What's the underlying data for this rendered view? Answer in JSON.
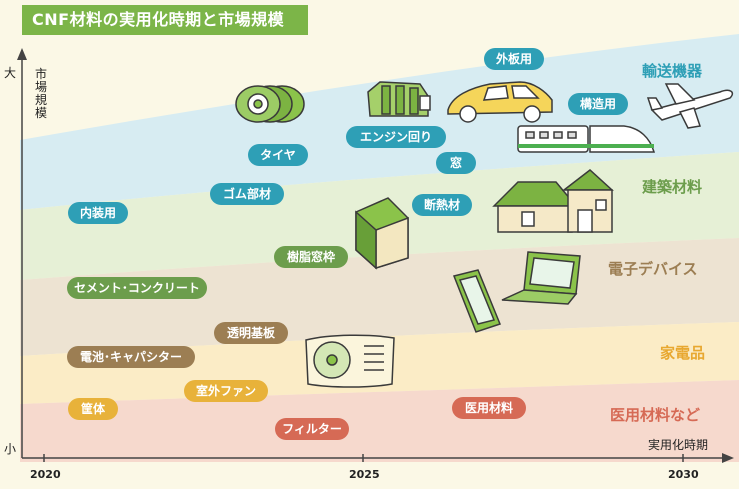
{
  "title": "CNF材料の実用化時期と市場規模",
  "axes": {
    "y_label": "市場規模",
    "y_high": "大",
    "y_low": "小",
    "x_label": "実用化時期",
    "x_ticks": [
      "2020",
      "2025",
      "2030"
    ]
  },
  "categories": [
    {
      "label": "輸送機器",
      "color": "#2e9fb6"
    },
    {
      "label": "建築材料",
      "color": "#6c9d4c"
    },
    {
      "label": "電子デバイス",
      "color": "#9c7e53"
    },
    {
      "label": "家電品",
      "color": "#e8a830"
    },
    {
      "label": "医用材料など",
      "color": "#d66a55"
    }
  ],
  "items": {
    "gaibanyo": "外板用",
    "kozoyo": "構造用",
    "engine": "エンジン回り",
    "tire": "タイヤ",
    "mado": "窓",
    "gomu": "ゴム部材",
    "naisoyo": "内装用",
    "dannetsu": "断熱材",
    "jushimado": "樹脂窓枠",
    "cement": "セメント･コンクリート",
    "tomei": "透明基板",
    "denchi": "電池･キャパシター",
    "fan": "室外ファン",
    "kotai": "筐体",
    "filter": "フィルター",
    "iyo": "医用材料"
  }
}
